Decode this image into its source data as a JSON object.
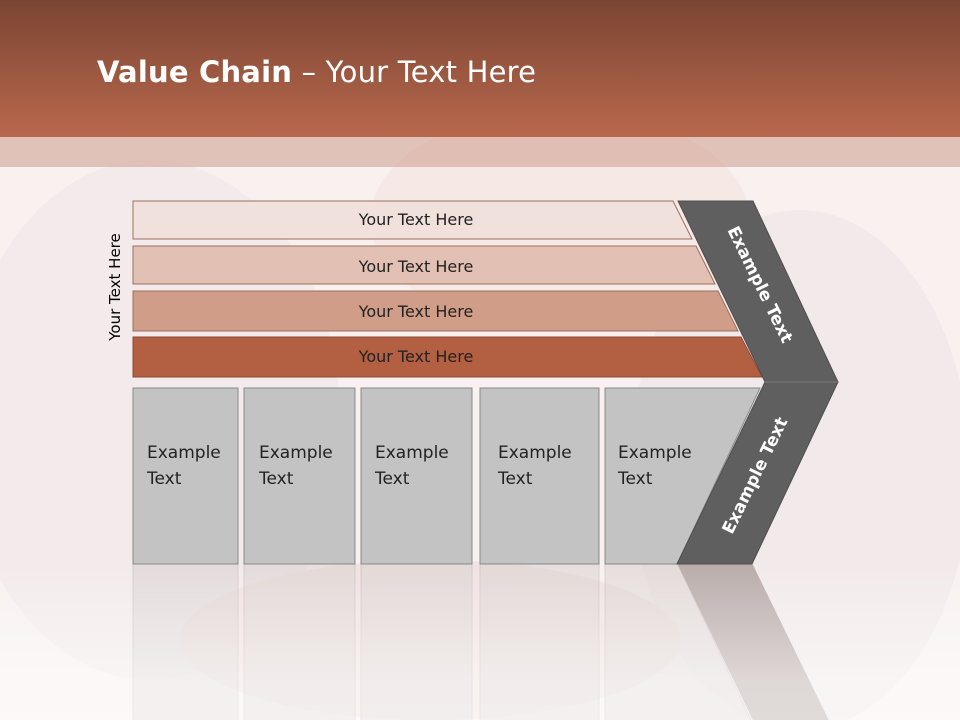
{
  "slide": {
    "title_bold": "Value Chain",
    "title_rest": " – Your Text Here",
    "side_label": "Your Text Here"
  },
  "bars": [
    {
      "label": "Your Text Here",
      "fill": "#f1e1dc",
      "text_color": "#222222"
    },
    {
      "label": "Your Text Here",
      "fill": "#e2c0b3",
      "text_color": "#222222"
    },
    {
      "label": "Your Text Here",
      "fill": "#d09d88",
      "text_color": "#222222"
    },
    {
      "label": "Your Text Here",
      "fill": "#b35f42",
      "text_color": "#222222"
    }
  ],
  "boxes": [
    {
      "line1": "Example",
      "line2": "Text"
    },
    {
      "line1": "Example",
      "line2": "Text"
    },
    {
      "line1": "Example",
      "line2": "Text"
    },
    {
      "line1": "Example",
      "line2": "Text"
    },
    {
      "line1": "Example",
      "line2": "Text"
    }
  ],
  "chevron": {
    "upper_label": "Example Text",
    "lower_label": "Example Text",
    "fill": "#5f5f5f"
  },
  "colors": {
    "header": "#b9684d",
    "box_fill": "#c3c3c3",
    "box_stroke": "#8a8a8a"
  }
}
